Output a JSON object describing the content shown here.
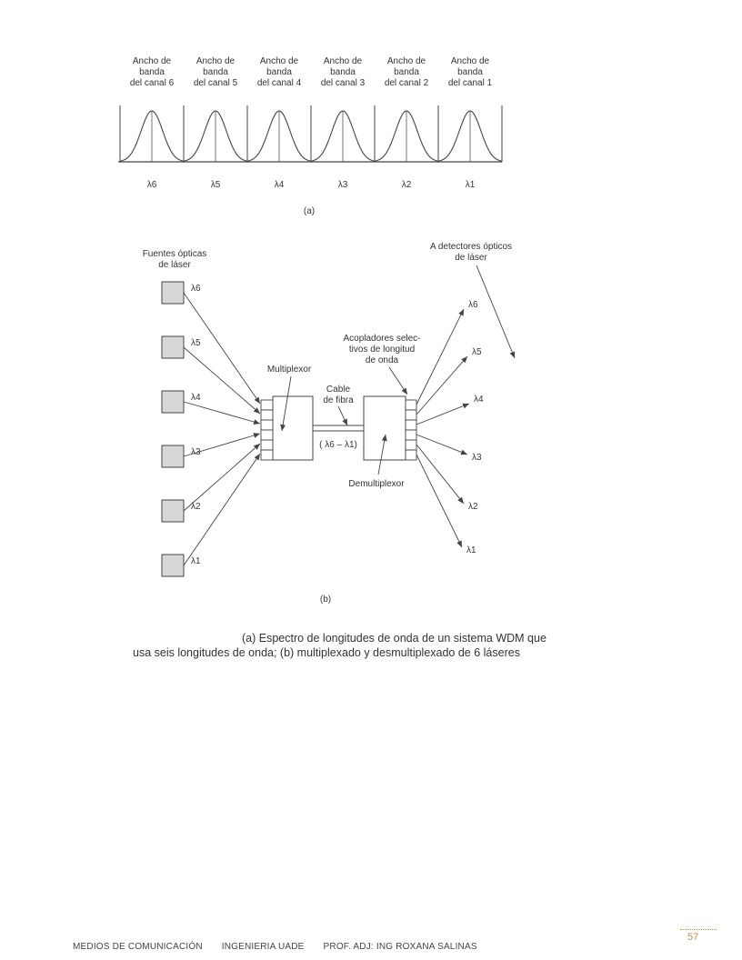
{
  "spectrum": {
    "bandwidth_labels": [
      [
        "Ancho de",
        "banda",
        "del canal 6"
      ],
      [
        "Ancho de",
        "banda",
        "del canal 5"
      ],
      [
        "Ancho de",
        "banda",
        "del canal 4"
      ],
      [
        "Ancho de",
        "banda",
        "del canal 3"
      ],
      [
        "Ancho de",
        "banda",
        "del canal 2"
      ],
      [
        "Ancho de",
        "banda",
        "del canal 1"
      ]
    ],
    "wavelengths": [
      "λ6",
      "λ5",
      "λ4",
      "λ3",
      "λ2",
      "λ1"
    ],
    "sublabel": "(a)"
  },
  "system": {
    "sources_label": [
      "Fuentes ópticas",
      "de láser"
    ],
    "detectors_label": [
      "A detectores ópticos",
      "de láser"
    ],
    "source_wavelengths": [
      "λ6",
      "λ5",
      "λ4",
      "λ3",
      "λ2",
      "λ1"
    ],
    "output_wavelengths": [
      "λ6",
      "λ5",
      "λ4",
      "λ3",
      "λ2",
      "λ1"
    ],
    "multiplexer_label": "Multiplexor",
    "cable_label": [
      "Cable",
      "de fibra"
    ],
    "cable_range": "( λ6 – λ1)",
    "couplers_label": [
      "Acopladores selec-",
      "tivos de longitud",
      "de onda"
    ],
    "demultiplexer_label": "Demultiplexor",
    "sublabel": "(b)"
  },
  "caption": {
    "line1": "(a) Espectro de longitudes de onda de un sistema WDM que",
    "line2": "usa seis longitudes de onda; (b) multiplexado y desmultiplexado de 6 láseres"
  },
  "footer": {
    "course": "MEDIOS DE COMUNICACIÓN",
    "school": "INGENIERIA UADE",
    "professor": "PROF. ADJ: ING ROXANA SALINAS",
    "page_number": "57"
  }
}
